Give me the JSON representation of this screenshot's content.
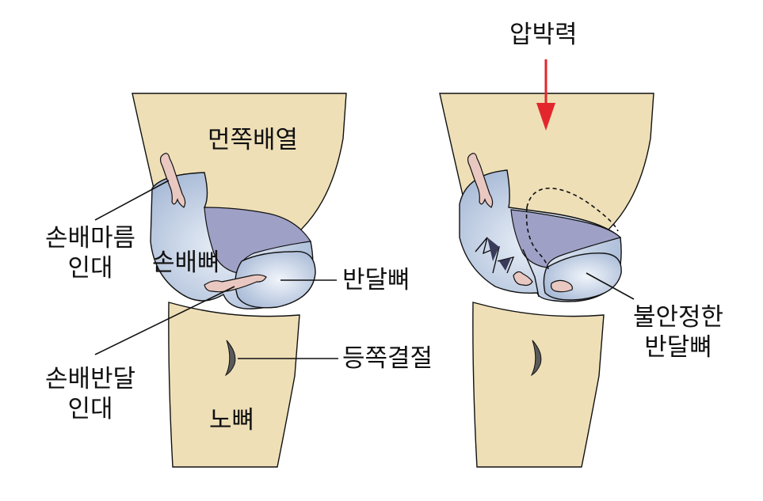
{
  "labels": {
    "radius_articular_surface": "먼쪽배열",
    "scaphoid": "손배뼈",
    "lunate": "반달뼈",
    "dorsal_notch": "등쪽결절",
    "radius": "노뼈",
    "scaphocapitate_ligament": [
      "손배마름",
      "인대"
    ],
    "scapholunate_ligament": [
      "손배반달",
      "인대"
    ],
    "compressive_force": "압박력",
    "unstable_lunate": [
      "불안정한",
      "반달뼈"
    ]
  },
  "colors": {
    "bone": "#EEDFB7",
    "carpal_blue": "#B6C6DF",
    "carpal_highlight": "#EAF0F8",
    "articular_purple": "#9FA0C6",
    "ligament": "#E9C8C1",
    "force_arrow": "#E3262C",
    "outline": "#111111"
  },
  "icons": [
    "arrow-down-icon"
  ]
}
